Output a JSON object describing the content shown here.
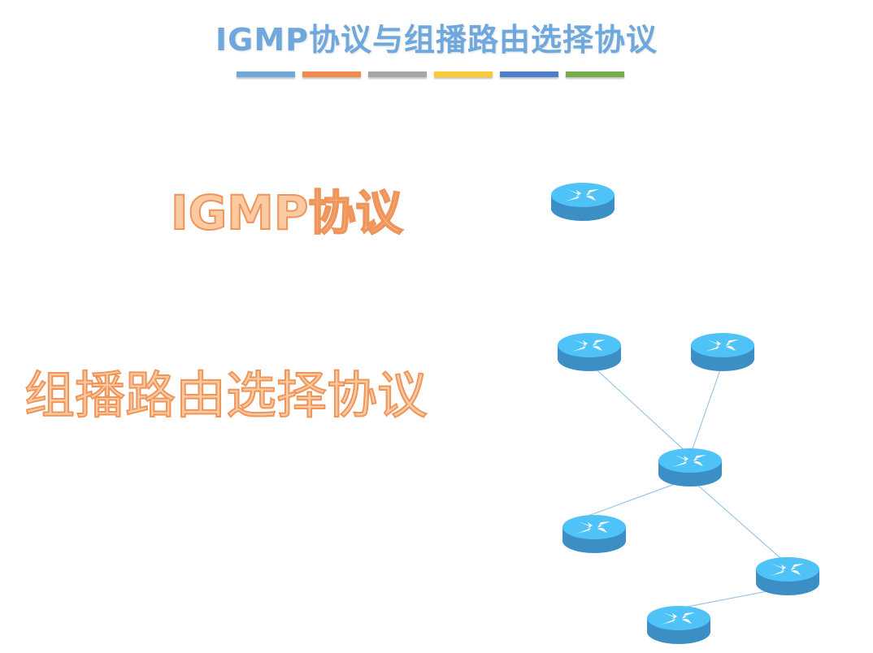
{
  "slide": {
    "title": "IGMP协议与组播路由选择协议",
    "divider_colors": [
      "#6fa8dc",
      "#f08a4b",
      "#a6a6a6",
      "#ffc935",
      "#4f7fcc",
      "#78ad4a"
    ],
    "headings": [
      {
        "text": "IGMP协议"
      },
      {
        "text": "组播路由选择协议"
      }
    ]
  },
  "diagram": {
    "node_icon": "router-icon",
    "colors": {
      "router_top": "#4fc3f7",
      "router_side": "#3b8fc4",
      "link": "#9cc7ea"
    },
    "nodes": [
      {
        "id": "r1",
        "group": "igmp"
      },
      {
        "id": "r2",
        "group": "multicast"
      },
      {
        "id": "r3",
        "group": "multicast"
      },
      {
        "id": "r4",
        "group": "multicast"
      },
      {
        "id": "r5",
        "group": "multicast"
      },
      {
        "id": "r6",
        "group": "multicast"
      },
      {
        "id": "r7",
        "group": "multicast"
      }
    ],
    "links": [
      {
        "from": "r2",
        "to": "r4"
      },
      {
        "from": "r3",
        "to": "r4"
      },
      {
        "from": "r4",
        "to": "r5"
      },
      {
        "from": "r4",
        "to": "r6"
      },
      {
        "from": "r6",
        "to": "r7"
      }
    ]
  }
}
